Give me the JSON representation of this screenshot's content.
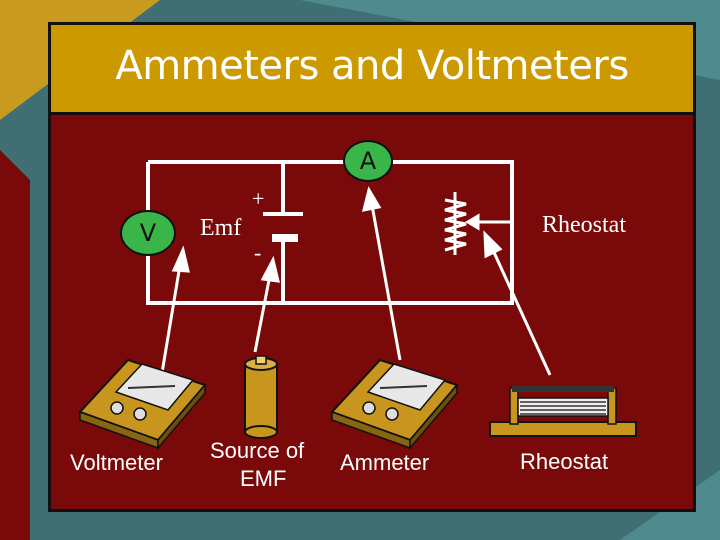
{
  "slide": {
    "title": "Ammeters and Voltmeters"
  },
  "circuit": {
    "ammeter_symbol": "A",
    "voltmeter_symbol": "V",
    "emf_label": "Emf",
    "plus_sign": "+",
    "minus_sign": "-",
    "rheostat_label": "Rheostat"
  },
  "devices": {
    "voltmeter_caption": "Voltmeter",
    "source_caption_line1": "Source of",
    "source_caption_line2": "EMF",
    "ammeter_caption": "Ammeter",
    "rheostat_caption": "Rheostat"
  },
  "colors": {
    "background_teal": "#3f6f73",
    "panel_red": "#7a0a0a",
    "title_gold": "#cc9900",
    "meter_green": "#39b54a",
    "device_tan": "#c8961e"
  }
}
